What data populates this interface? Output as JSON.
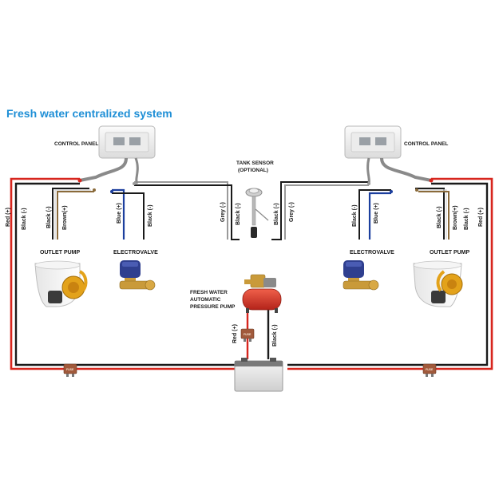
{
  "title": "Fresh water centralized system",
  "labels": {
    "control_panel_left": "CONTROL PANEL",
    "control_panel_right": "CONTROL PANEL",
    "tank_sensor_line1": "TANK SENSOR",
    "tank_sensor_line2": "(OPTIONAL)",
    "outlet_pump_left": "OUTLET PUMP",
    "outlet_pump_right": "OUTLET PUMP",
    "electrovalve_left": "ELECTROVALVE",
    "electrovalve_right": "ELECTROVALVE",
    "pressure_pump_line1": "FRESH WATER",
    "pressure_pump_line2": "AUTOMATIC",
    "pressure_pump_line3": "PRESSURE PUMP"
  },
  "wires": {
    "red_plus": "Red (+)",
    "black_minus": "Black (-)",
    "brown_plus": "Brown(+)",
    "blue_plus": "Blue (+)",
    "grey_minus": "Grey (-)"
  },
  "fuse_label": "FUSE",
  "colors": {
    "title": "#1f8fd6",
    "red_wire": "#d7261e",
    "black_wire": "#1a1a1a",
    "brown_wire": "#8a6a3a",
    "blue_wire": "#1c3f9e",
    "grey_wire": "#9a9a9a",
    "pump_tank": "#d9321f",
    "electrovalve_body": "#2f3f8f",
    "brass": "#c99a3a"
  },
  "icons": {
    "control_panel": "control-panel-icon",
    "tank_sensor": "tank-sensor-icon",
    "outlet_pump": "outlet-pump-icon",
    "electrovalve": "electrovalve-icon",
    "pressure_pump": "pressure-pump-icon",
    "battery": "battery-icon",
    "fuse": "fuse-icon"
  }
}
